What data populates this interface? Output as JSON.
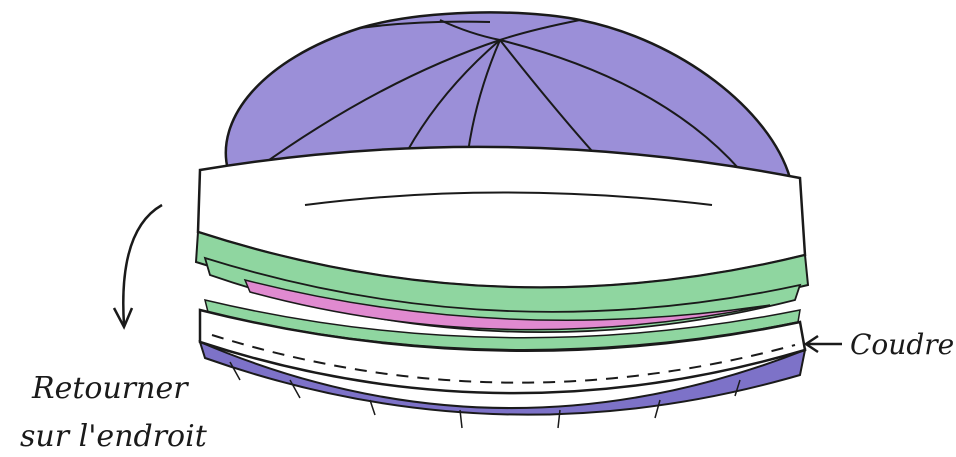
{
  "labels": {
    "turn_over": [
      "Retourner",
      "sur l'endroit"
    ],
    "sew": "Coudre"
  },
  "colors": {
    "crown_purple": "#9b8fd8",
    "lining_pink": "#e08ad0",
    "band_green": "#8fd6a0",
    "band_white": "#ffffff",
    "base_purple": "#7d72c8",
    "outline": "#1a1a1a"
  }
}
